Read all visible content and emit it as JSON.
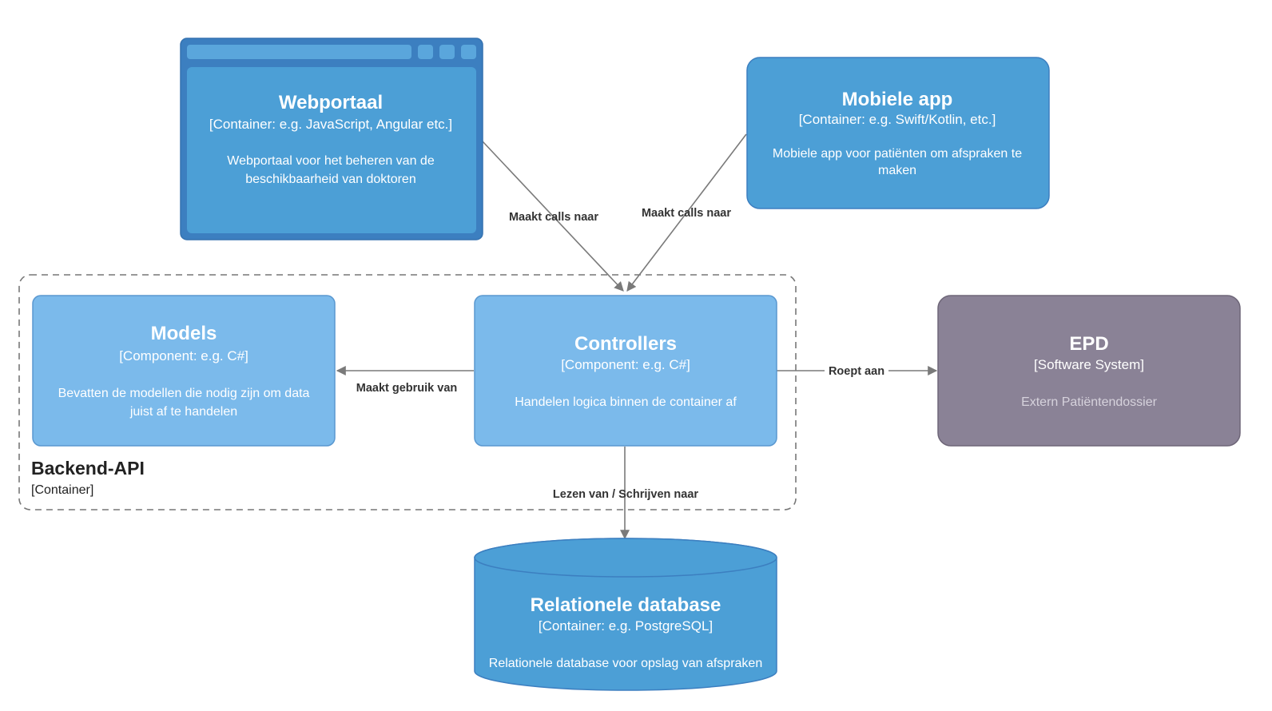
{
  "colors": {
    "container": "#4c9fd6",
    "container_border": "#3c7fc0",
    "component": "#7bbaeb",
    "component_border": "#5a98d0",
    "external": "#8a8296",
    "external_border": "#6e6678",
    "edge": "#7a7a7a",
    "boundary": "#777777",
    "external_desc": "#d6d2dc"
  },
  "nodes": {
    "webportaal": {
      "title": "Webportaal",
      "technology": "[Container: e.g. JavaScript, Angular etc.]",
      "description_line1": "Webportaal voor het beheren van de",
      "description_line2": "beschikbaarheid van doktoren",
      "shape": "web-browser"
    },
    "mobiele_app": {
      "title": "Mobiele app",
      "technology": "[Container: e.g. Swift/Kotlin, etc.]",
      "description_line1": "Mobiele app voor patiënten om afspraken te",
      "description_line2": "maken",
      "shape": "rounded-box"
    },
    "models": {
      "title": "Models",
      "technology": "[Component: e.g. C#]",
      "description_line1": "Bevatten de modellen die nodig zijn om data",
      "description_line2": "juist af te handelen",
      "shape": "rounded-box"
    },
    "controllers": {
      "title": "Controllers",
      "technology": "[Component: e.g. C#]",
      "description_line1": "Handelen logica binnen de container af",
      "shape": "rounded-box"
    },
    "epd": {
      "title": "EPD",
      "technology": "[Software System]",
      "description_line1": "Extern Patiëntendossier",
      "shape": "rounded-box"
    },
    "database": {
      "title": "Relationele database",
      "technology": "[Container: e.g. PostgreSQL]",
      "description_line1": "Relationele database voor opslag van afspraken",
      "shape": "cylinder"
    }
  },
  "boundary": {
    "title": "Backend-API",
    "type": "[Container]",
    "style": "dashed"
  },
  "edges": {
    "web_to_controllers": {
      "from": "Webportaal",
      "to": "Controllers",
      "label": "Maakt calls naar"
    },
    "app_to_controllers": {
      "from": "Mobiele app",
      "to": "Controllers",
      "label": "Maakt calls naar"
    },
    "controllers_to_models": {
      "from": "Controllers",
      "to": "Models",
      "label": "Maakt gebruik van"
    },
    "controllers_to_epd": {
      "from": "Controllers",
      "to": "EPD",
      "label": "Roept aan"
    },
    "controllers_to_db": {
      "from": "Controllers",
      "to": "Relationele database",
      "label": "Lezen van / Schrijven naar"
    }
  }
}
